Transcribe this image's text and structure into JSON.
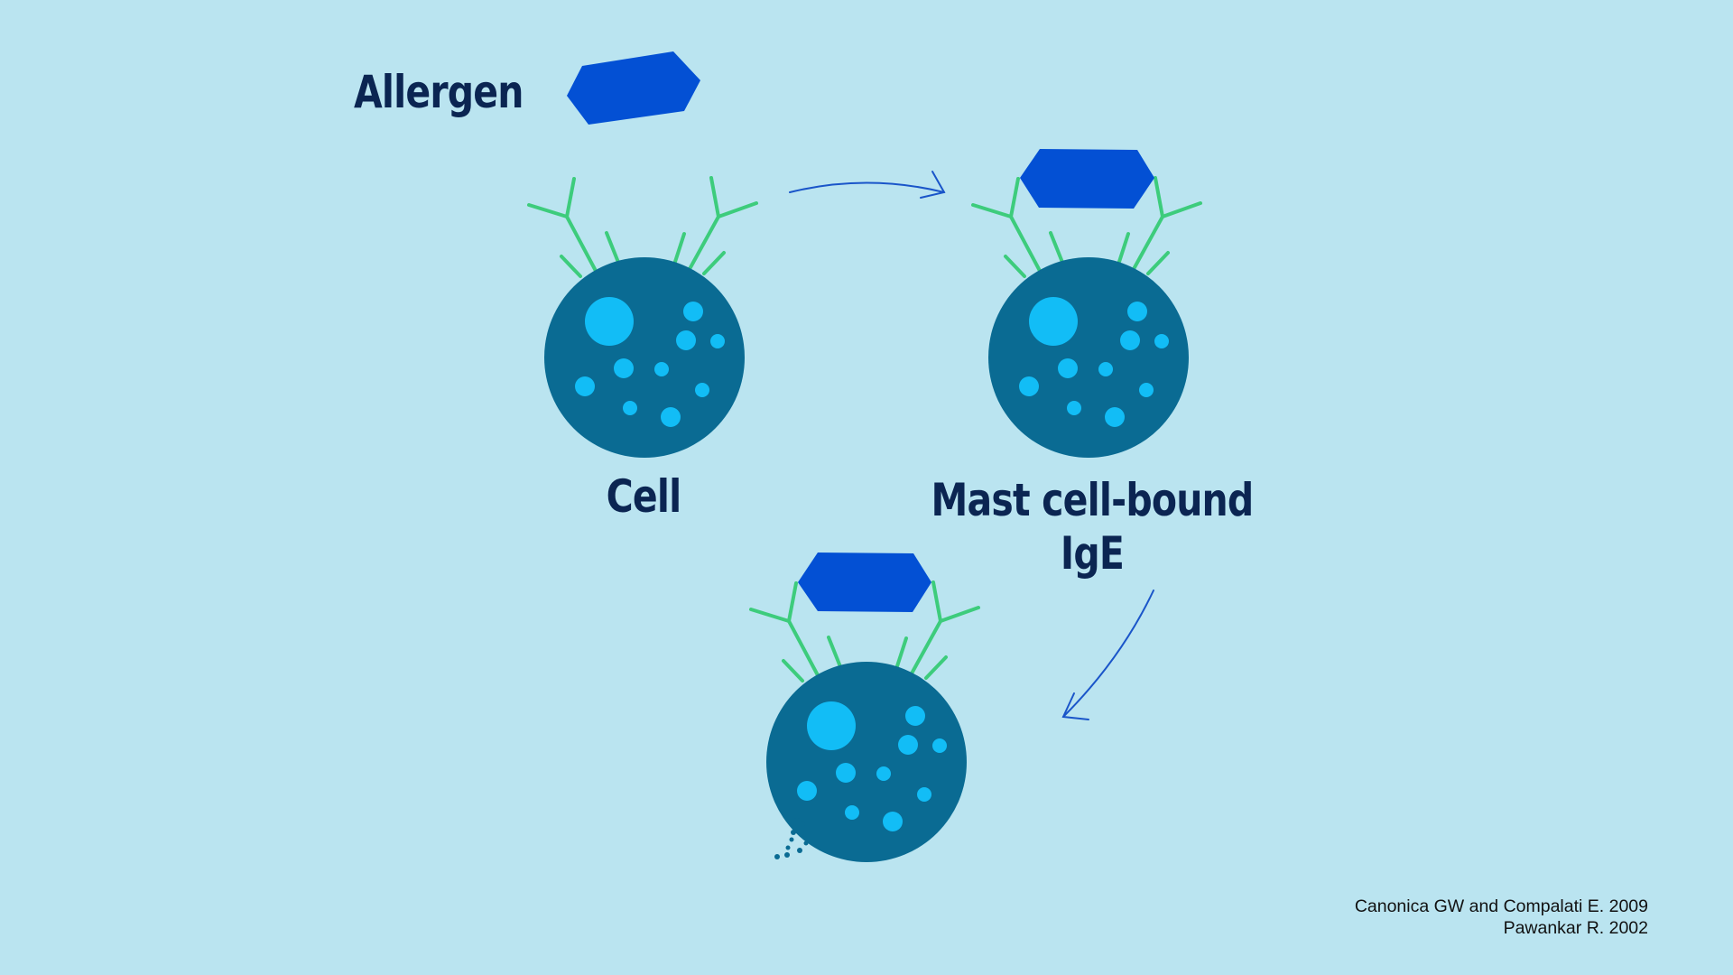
{
  "labels": {
    "allergen": "Allergen",
    "cell": "Cell",
    "mast_cell_line1": "Mast cell-bound",
    "mast_cell_line2": "IgE"
  },
  "citations": [
    "Canonica GW and Compalati E. 2009",
    "Pawankar R. 2002"
  ],
  "colors": {
    "background": "#bae4f0",
    "cell_body": "#0a6b93",
    "granule": "#12bdf6",
    "antibody": "#3dcc7c",
    "allergen": "#0350d4",
    "arrow": "#1a55c9",
    "label_text": "#0b2552"
  },
  "icons": [
    "allergen-shape",
    "ige-antibody-icon",
    "mast-cell-icon",
    "arrow-icon",
    "released-mediators-icon"
  ]
}
